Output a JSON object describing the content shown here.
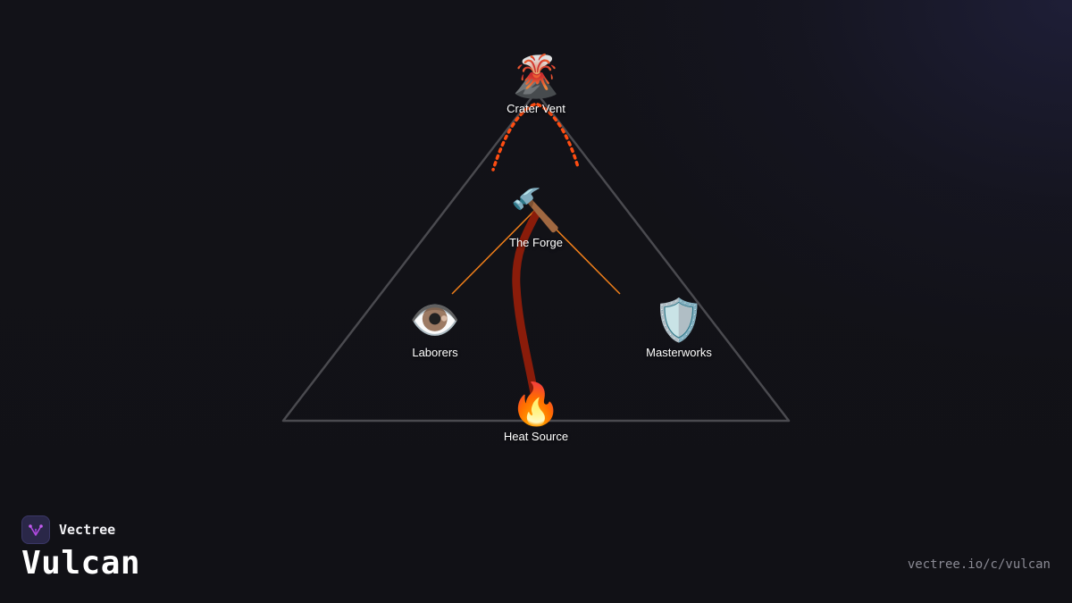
{
  "brand": {
    "name": "Vectree",
    "logo_icon": "vectree-logo-icon"
  },
  "title": "Vulcan",
  "url": "vectree.io/c/vulcan",
  "colors": {
    "background": "#111116",
    "triangle_stroke": "#4a4a4f",
    "lava_dotted": "#ff4d12",
    "branch_lines": "#f07f1a",
    "lava_flow": "#8a1c0a",
    "label_text": "#ffffff",
    "url_text": "#8a8a94",
    "logo_accent": "#b04ae0"
  },
  "nodes": {
    "crater_vent": {
      "label": "Crater Vent",
      "icon": "🌋",
      "icon_name": "volcano-icon"
    },
    "the_forge": {
      "label": "The Forge",
      "icon": "🔨",
      "icon_name": "hammer-icon"
    },
    "laborers": {
      "label": "Laborers",
      "icon": "👁️",
      "icon_name": "eye-icon"
    },
    "masterworks": {
      "label": "Masterworks",
      "icon": "🛡️",
      "icon_name": "shield-icon"
    },
    "heat_source": {
      "label": "Heat Source",
      "icon": "🔥",
      "icon_name": "fire-icon"
    }
  }
}
